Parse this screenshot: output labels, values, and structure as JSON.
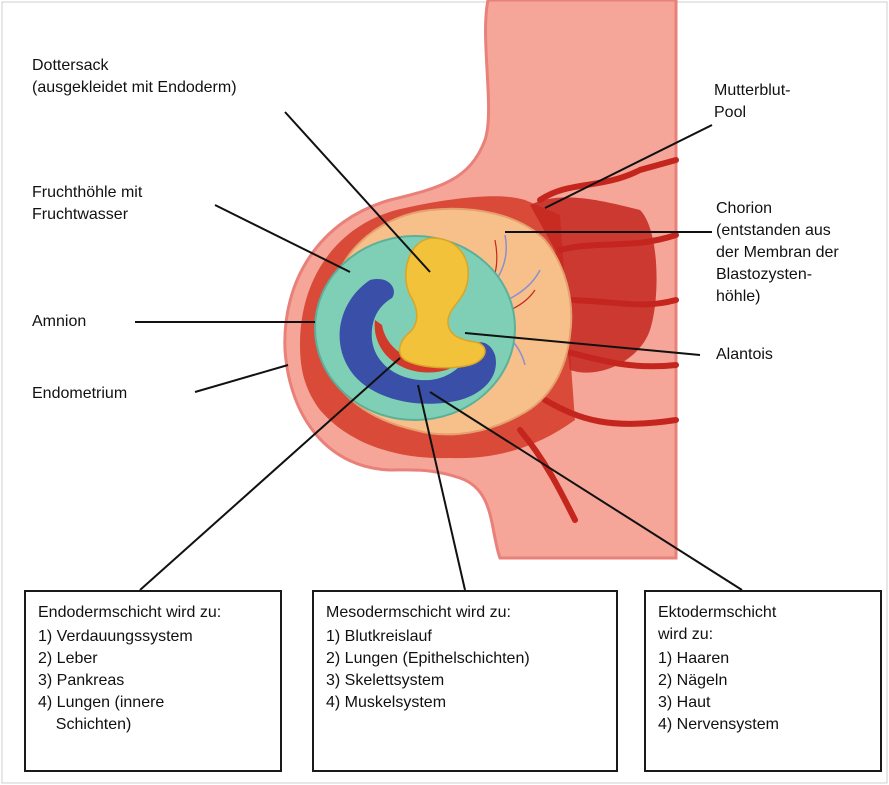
{
  "colors": {
    "uterus_wall": "#f5a698",
    "uterus_edge": "#e9807a",
    "decidua": "#d94b38",
    "maternal_blood": "#c4261e",
    "chorion": "#f7c08b",
    "amnion_cavity": "#7fcfb6",
    "ectoderm": "#3a4fa8",
    "mesoderm": "#d13a2a",
    "endoderm": "#f2c23a",
    "line": "#111111"
  },
  "labels": {
    "yolk_sac": "Dottersack\n(ausgekleidet mit Endoderm)",
    "maternal_pool": "Mutterblut-\nPool",
    "amniotic_cavity": "Fruchthöhle mit\nFruchtwasser",
    "chorion": "Chorion\n(entstanden aus\nder Membran der\nBlastozysten-\nhöhle)",
    "amnion": "Amnion",
    "allantois": "Alantois",
    "endometrium": "Endometrium"
  },
  "boxes": {
    "endoderm": {
      "title": "Endodermschicht wird zu:",
      "items": [
        "1) Verdauungssystem",
        "2) Leber",
        "3) Pankreas",
        "4) Lungen (innere\n    Schichten)"
      ]
    },
    "mesoderm": {
      "title": "Mesodermschicht wird zu:",
      "items": [
        "1) Blutkreislauf",
        "2) Lungen (Epithelschichten)",
        "3) Skelettsystem",
        "4) Muskelsystem"
      ]
    },
    "ectoderm": {
      "title": "Ektodermschicht\nwird zu:",
      "items": [
        "1) Haaren",
        "2) Nägeln",
        "3) Haut",
        "4) Nervensystem"
      ]
    }
  }
}
